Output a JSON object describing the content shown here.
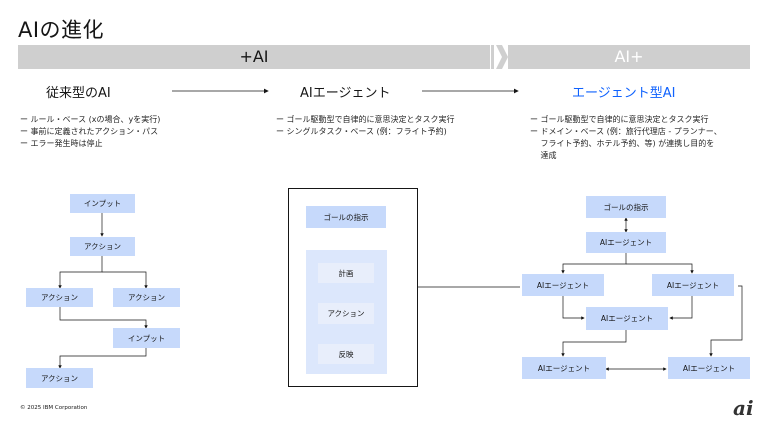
{
  "title": "AIの進化",
  "band": {
    "left_label": "+AI",
    "right_label": "AI+"
  },
  "columns": [
    {
      "heading": "従来型のAI",
      "bullets": [
        "ー ルール・ベース (xの場合、yを実行)",
        "ー 事前に定義されたアクション・パス",
        "ー エラー発生時は停止"
      ]
    },
    {
      "heading": "AIエージェント",
      "bullets": [
        "ー ゴール駆動型で自律的に意思決定とタスク実行",
        "ー シングルタスク・ベース (例：フライト予約)"
      ]
    },
    {
      "heading": "エージェント型AI",
      "bullets": [
        "ー ゴール駆動型で自律的に意思決定とタスク実行",
        "ー ドメイン・ベース (例：旅行代理店 - プランナー、",
        "　 フライト予約、ホテル予約、等) が連携し目的を",
        "　 達成"
      ]
    }
  ],
  "left_diagram": {
    "input1": "インプット",
    "action1": "アクション",
    "action2": "アクション",
    "action3": "アクション",
    "input2": "インプット",
    "action4": "アクション"
  },
  "middle_diagram": {
    "goal": "ゴールの指示",
    "plan": "計画",
    "action": "アクション",
    "reflect": "反映"
  },
  "right_diagram": {
    "goal": "ゴールの指示",
    "agent_top": "AIエージェント",
    "agent_left": "AIエージェント",
    "agent_right": "AIエージェント",
    "agent_center": "AIエージェント",
    "agent_bottom_left": "AIエージェント",
    "agent_bottom_right": "AIエージェント"
  },
  "footer": "© 2025 IBM Corporation",
  "logo": "ai"
}
